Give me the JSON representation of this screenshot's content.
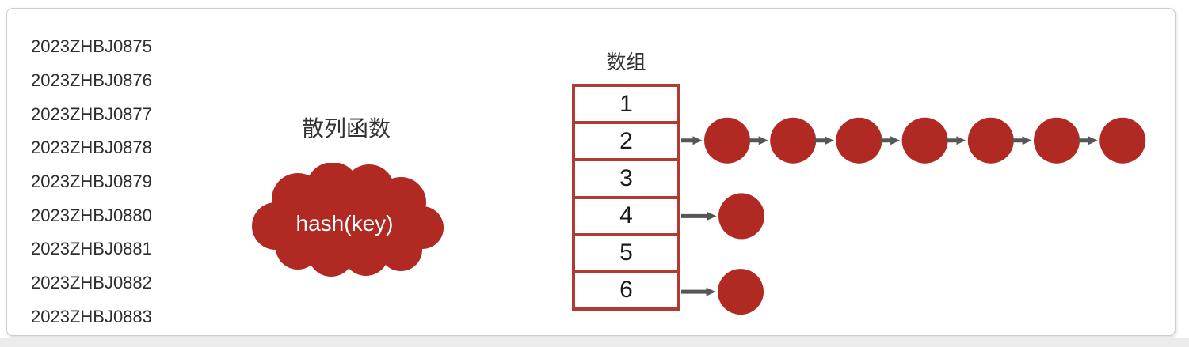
{
  "keys": {
    "items": [
      "2023ZHBJ0875",
      "2023ZHBJ0876",
      "2023ZHBJ0877",
      "2023ZHBJ0878",
      "2023ZHBJ0879",
      "2023ZHBJ0880",
      "2023ZHBJ0881",
      "2023ZHBJ0882",
      "2023ZHBJ0883"
    ]
  },
  "hash_function": {
    "title": "散列函数",
    "label": "hash(key)"
  },
  "array": {
    "title": "数组",
    "cells": [
      "1",
      "2",
      "3",
      "4",
      "5",
      "6"
    ]
  },
  "chains": [
    {
      "cell": 2,
      "nodes": 7
    },
    {
      "cell": 4,
      "nodes": 1
    },
    {
      "cell": 6,
      "nodes": 1
    }
  ],
  "colors": {
    "shape_red": "#b02a23",
    "array_border_red": "#af3b33",
    "arrow_gray": "#565656",
    "key_text": "#2d2d2d",
    "title_text": "#333333",
    "cell_text": "#1a1a1a",
    "cloud_text": "#ffffff",
    "card_border": "#cdcdcd",
    "bottom_strip": "#ececec"
  }
}
